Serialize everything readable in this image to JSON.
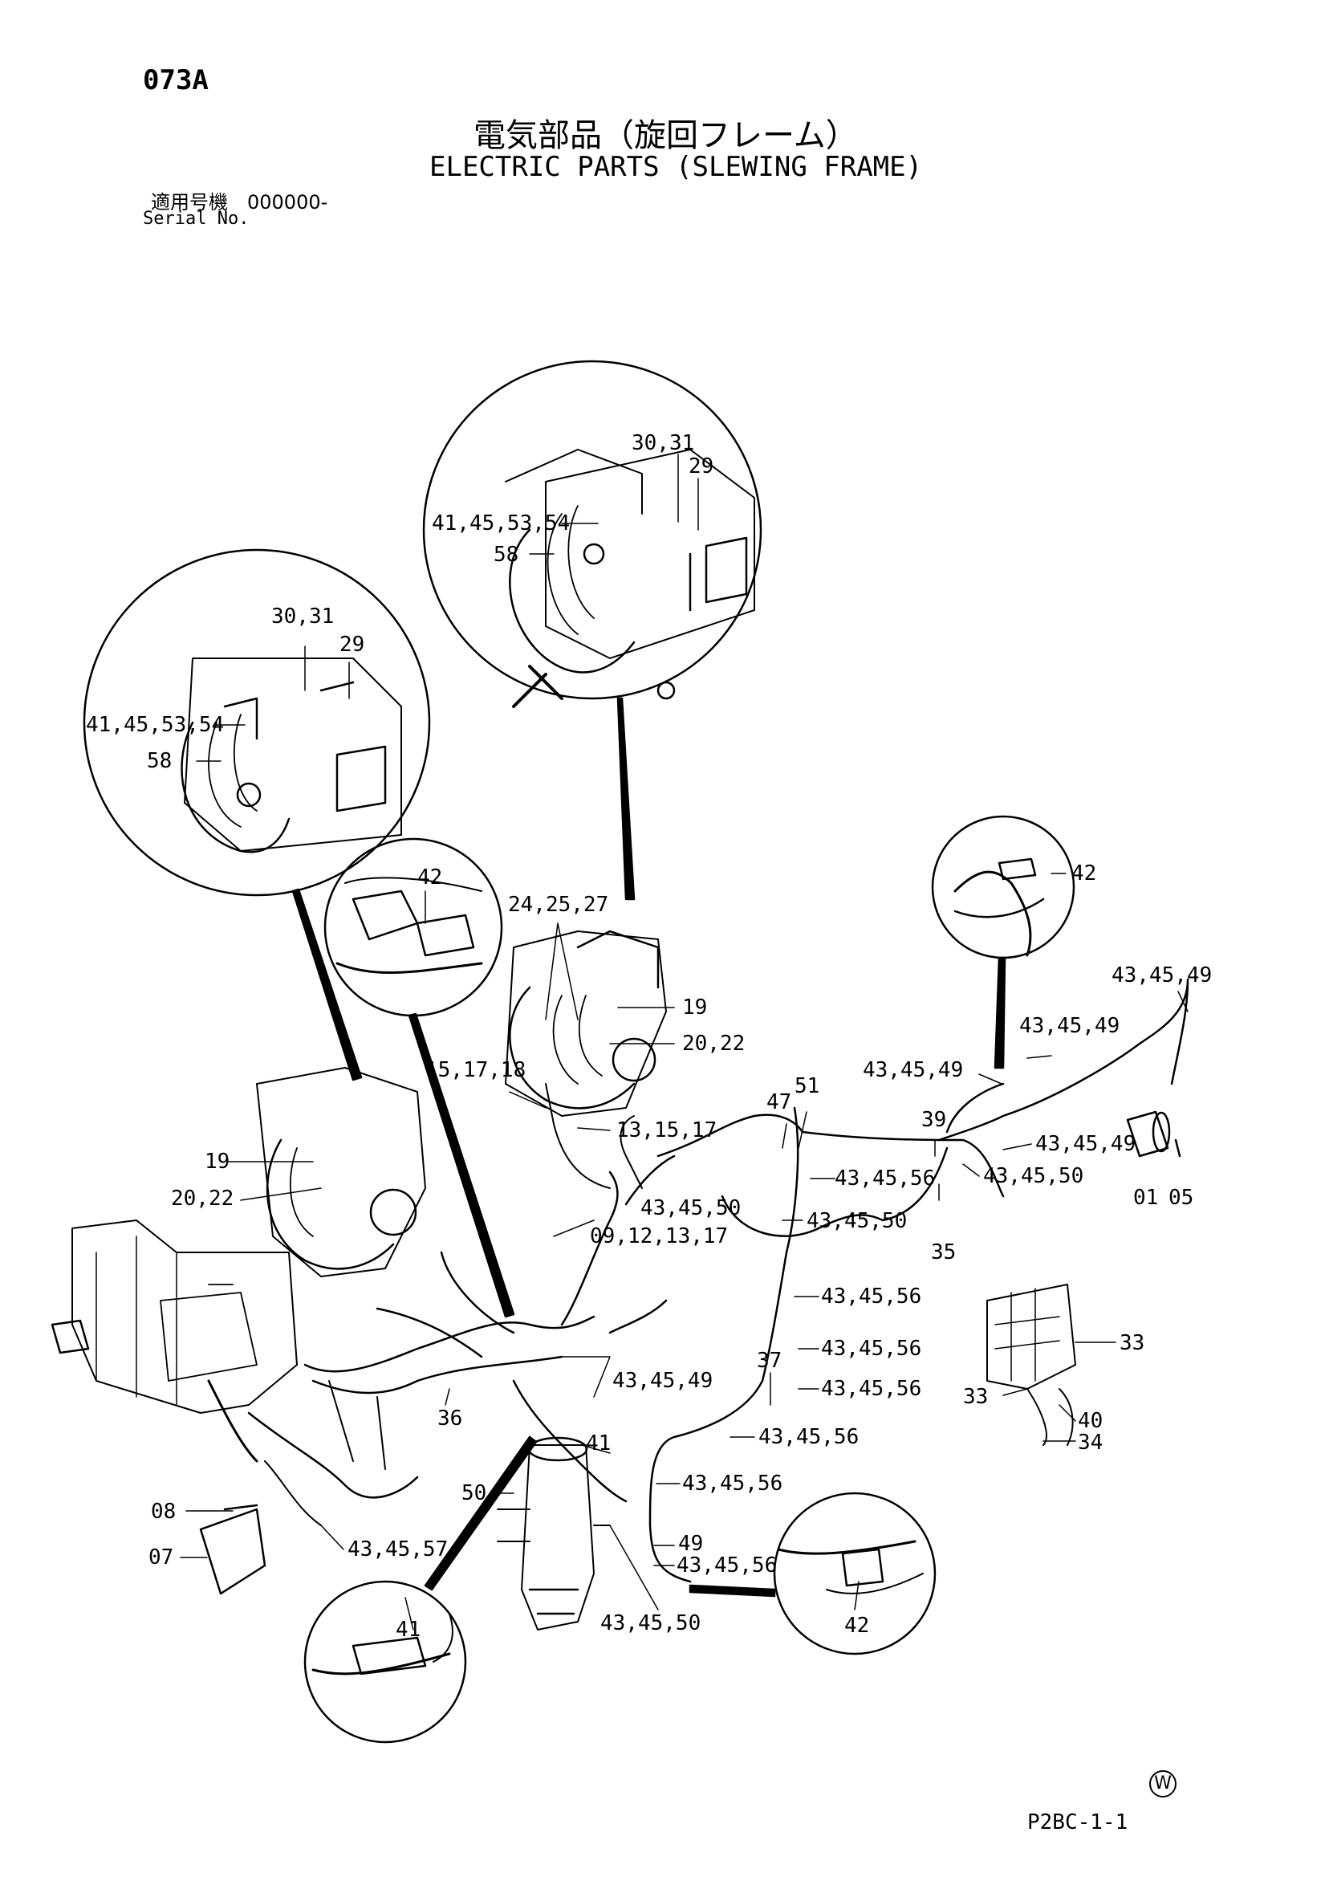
{
  "page": {
    "code": "073A",
    "title_jp": "電気部品（旋回フレーム）",
    "title_en": "ELECTRIC PARTS (SLEWING FRAME)",
    "serial_jp": "適用号機　000000-",
    "serial_en": "Serial No.",
    "ref_code": "P2BC-1-1",
    "mark": "W"
  },
  "callouts": [
    {
      "id": "c1",
      "text": "30,31"
    },
    {
      "id": "c2",
      "text": "29"
    },
    {
      "id": "c3",
      "text": "41,45,53,54"
    },
    {
      "id": "c4",
      "text": "58"
    },
    {
      "id": "c5",
      "text": "30,31"
    },
    {
      "id": "c6",
      "text": "29"
    },
    {
      "id": "c7",
      "text": "41,45,53,54"
    },
    {
      "id": "c8",
      "text": "58"
    },
    {
      "id": "c9",
      "text": "42"
    },
    {
      "id": "c10",
      "text": "24,25,27"
    },
    {
      "id": "c11",
      "text": "19"
    },
    {
      "id": "c12",
      "text": "20,22"
    },
    {
      "id": "c13",
      "text": "15,17,18"
    },
    {
      "id": "c14",
      "text": "13,15,17"
    },
    {
      "id": "c15",
      "text": "19"
    },
    {
      "id": "c16",
      "text": "20,22"
    },
    {
      "id": "c17",
      "text": "42"
    },
    {
      "id": "c18",
      "text": "43,45,49"
    },
    {
      "id": "c19",
      "text": "43,45,49"
    },
    {
      "id": "c20",
      "text": "43,45,49"
    },
    {
      "id": "c21",
      "text": "47"
    },
    {
      "id": "c22",
      "text": "51"
    },
    {
      "id": "c23",
      "text": "39"
    },
    {
      "id": "c24",
      "text": "43,45,49"
    },
    {
      "id": "c25",
      "text": "43,45,56"
    },
    {
      "id": "c26",
      "text": "43,45,50"
    },
    {
      "id": "c27",
      "text": "01"
    },
    {
      "id": "c28",
      "text": "05"
    },
    {
      "id": "c29",
      "text": "43,45,50"
    },
    {
      "id": "c30",
      "text": "43,45,50"
    },
    {
      "id": "c31",
      "text": "35"
    },
    {
      "id": "c32",
      "text": "09,12,13,17"
    },
    {
      "id": "c33",
      "text": "43,45,56"
    },
    {
      "id": "c34",
      "text": "33"
    },
    {
      "id": "c35",
      "text": "43,45,56"
    },
    {
      "id": "c36",
      "text": "37"
    },
    {
      "id": "c37",
      "text": "43,45,49"
    },
    {
      "id": "c38",
      "text": "43,45,56"
    },
    {
      "id": "c39",
      "text": "33"
    },
    {
      "id": "c40",
      "text": "40"
    },
    {
      "id": "c41",
      "text": "34"
    },
    {
      "id": "c42",
      "text": "36"
    },
    {
      "id": "c43",
      "text": "43,45,56"
    },
    {
      "id": "c44",
      "text": "41"
    },
    {
      "id": "c45",
      "text": "50"
    },
    {
      "id": "c46",
      "text": "43,45,56"
    },
    {
      "id": "c47",
      "text": "08"
    },
    {
      "id": "c48",
      "text": "07"
    },
    {
      "id": "c49",
      "text": "43,45,57"
    },
    {
      "id": "c50",
      "text": "49"
    },
    {
      "id": "c51",
      "text": "43,45,56"
    },
    {
      "id": "c52",
      "text": "41"
    },
    {
      "id": "c53",
      "text": "43,45,50"
    },
    {
      "id": "c54",
      "text": "42"
    }
  ]
}
